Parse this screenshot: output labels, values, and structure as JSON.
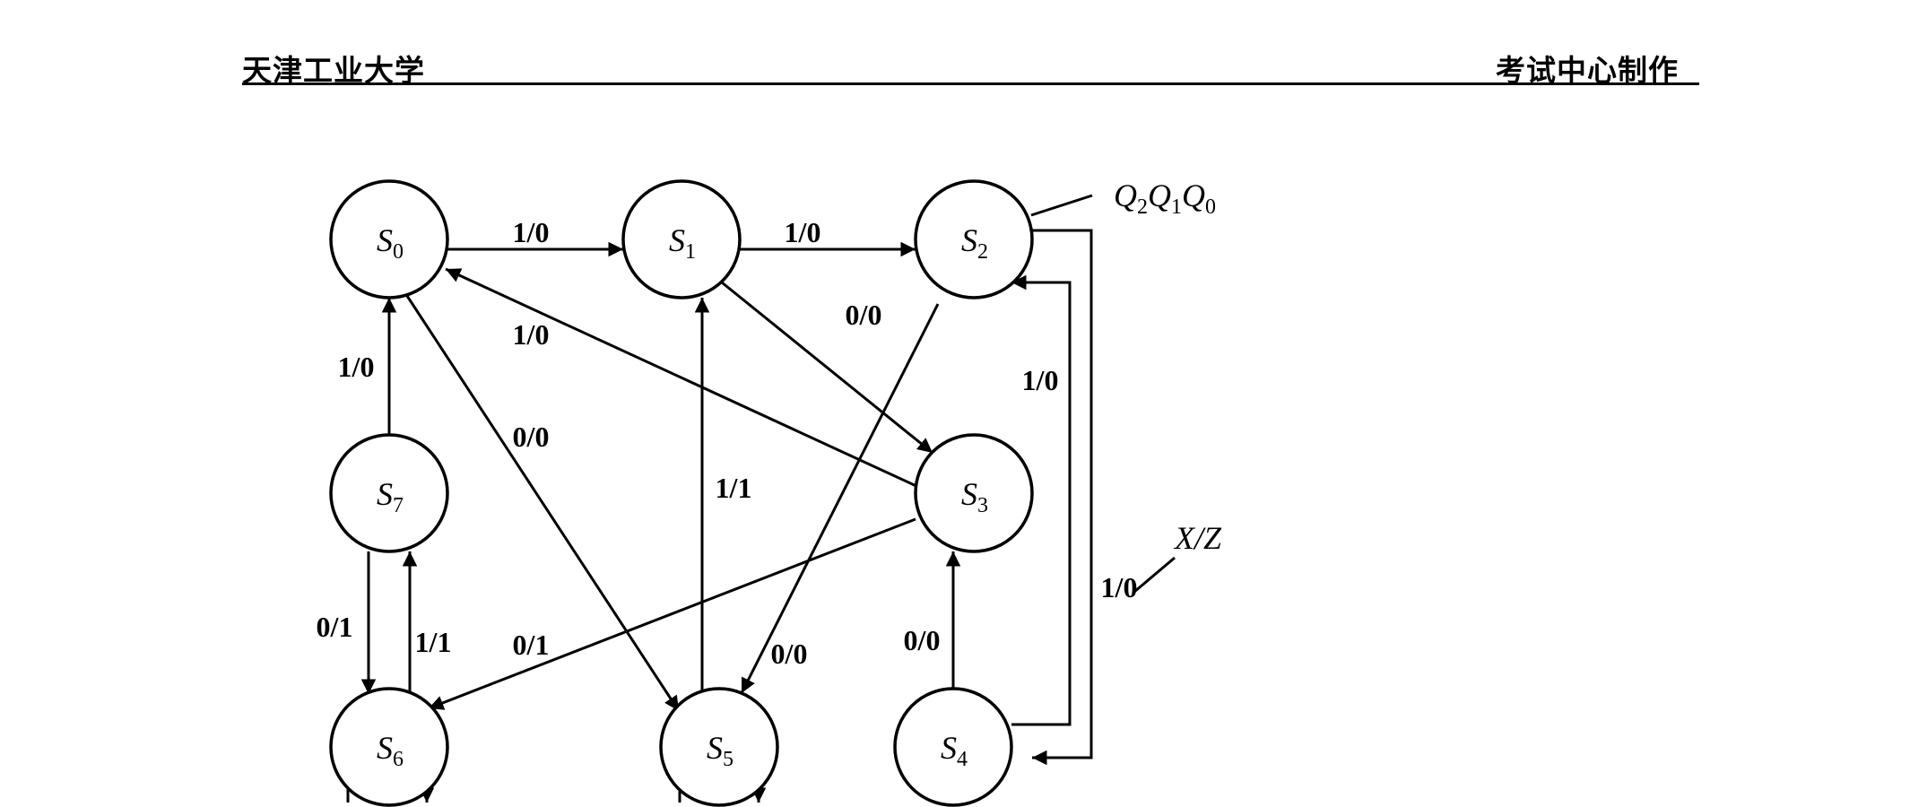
{
  "header": {
    "left": "天津工业大学",
    "right": "考试中心制作"
  },
  "diagram": {
    "states": [
      {
        "id": "S0",
        "letter": "S",
        "sub": "0"
      },
      {
        "id": "S1",
        "letter": "S",
        "sub": "1"
      },
      {
        "id": "S2",
        "letter": "S",
        "sub": "2"
      },
      {
        "id": "S3",
        "letter": "S",
        "sub": "3"
      },
      {
        "id": "S4",
        "letter": "S",
        "sub": "4"
      },
      {
        "id": "S5",
        "letter": "S",
        "sub": "5"
      },
      {
        "id": "S6",
        "letter": "S",
        "sub": "6"
      },
      {
        "id": "S7",
        "letter": "S",
        "sub": "7"
      }
    ],
    "transitions": [
      {
        "from": "S0",
        "to": "S1",
        "label": "1/0"
      },
      {
        "from": "S1",
        "to": "S2",
        "label": "1/0"
      },
      {
        "from": "S1",
        "to": "S3",
        "label": "0/0"
      },
      {
        "from": "S3",
        "to": "S0",
        "label": "1/0"
      },
      {
        "from": "S0",
        "to": "S5",
        "label": "0/0"
      },
      {
        "from": "S7",
        "to": "S0",
        "label": "1/0"
      },
      {
        "from": "S5",
        "to": "S1",
        "label": "1/1"
      },
      {
        "from": "S2",
        "to": "S5",
        "label": "0/0"
      },
      {
        "from": "S3",
        "to": "S6",
        "label": "0/1"
      },
      {
        "from": "S7",
        "to": "S6",
        "label": "0/1"
      },
      {
        "from": "S6",
        "to": "S7",
        "label": "1/1"
      },
      {
        "from": "S4",
        "to": "S3",
        "label": "0/0"
      },
      {
        "from": "S4",
        "to": "S2",
        "label": "1/0"
      },
      {
        "from": "S2",
        "to": "S4",
        "label": "1/0"
      }
    ],
    "state_key": {
      "parts": [
        {
          "letter": "Q",
          "sub": "2"
        },
        {
          "letter": "Q",
          "sub": "1"
        },
        {
          "letter": "Q",
          "sub": "0"
        }
      ]
    },
    "edge_key": "X/Z"
  }
}
